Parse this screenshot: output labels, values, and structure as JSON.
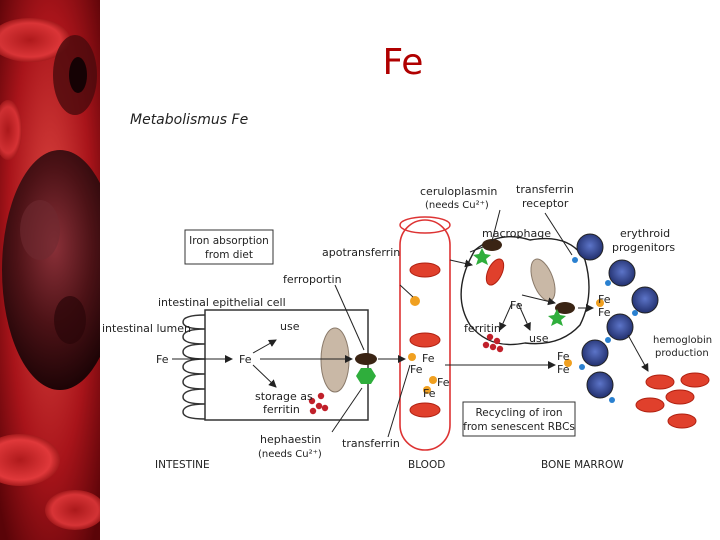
{
  "slide": {
    "title": "Fe",
    "subtitle": "Metabolismus Fe"
  },
  "diagram": {
    "labels": {
      "ceruloplasmin_1": "ceruloplasmin",
      "ceruloplasmin_2": "(needs Cu²⁺)",
      "transferrin_receptor_1": "transferrin",
      "transferrin_receptor_2": "receptor",
      "macrophage": "macrophage",
      "erythroid_1": "erythroid",
      "erythroid_2": "progenitors",
      "apotransferrin": "apotransferrin",
      "ferroportin": "ferroportin",
      "iron_absorption_1": "Iron absorption",
      "iron_absorption_2": "from diet",
      "intestinal_epithelial_cell": "intestinal epithelial cell",
      "intestinal_lumen": "intestinal lumen",
      "use_intestine": "use",
      "storage_1": "storage as",
      "storage_2": "ferritin",
      "hephaestin_1": "hephaestin",
      "hephaestin_2": "(needs Cu²⁺)",
      "transferrin": "transferrin",
      "ferritin_macrophage": "ferritin",
      "use_macrophage": "use",
      "hemoglobin_1": "hemoglobin",
      "hemoglobin_2": "production",
      "recycling_1": "Recycling of iron",
      "recycling_2": "from senescent RBCs",
      "intestine": "INTESTINE",
      "blood": "BLOOD",
      "bone_marrow": "BONE MARROW",
      "fe": "Fe"
    }
  },
  "colors": {
    "title": "#b00000",
    "rbc": "#d63a26",
    "progenitor": "#2c3e90",
    "ferroportin": "#3a2414",
    "green_marker": "#2fae3c",
    "iron_dot": "#f0a020"
  }
}
